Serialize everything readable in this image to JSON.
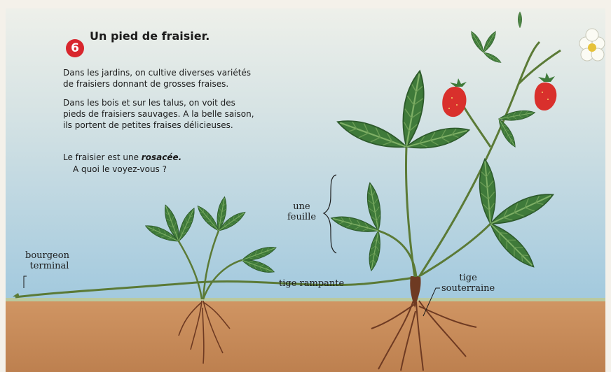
{
  "heading": {
    "number": "6",
    "title": "Un pied de fraisier."
  },
  "paragraphs": [
    [
      "Dans les jardins, on cultive diverses variétés",
      "de fraisiers donnant de grosses fraises."
    ],
    [
      "Dans les bois et sur les talus, on voit des",
      "pieds de fraisiers sauvages. A la belle saison,",
      "ils portent de petites fraises délicieuses."
    ]
  ],
  "question": {
    "line1_prefix": "Le fraisier est une ",
    "line1_emph": "rosacée.",
    "line2": "A quoi le voyez-vous ?"
  },
  "labels": {
    "bud_line1": "bourgeon",
    "bud_line2": "terminal",
    "leaf_line1": "une",
    "leaf_line2": "feuille",
    "runner": "tige rampante",
    "rhizome_line1": "tige",
    "rhizome_line2": "souterraine"
  },
  "colors": {
    "sky_top": "#e7ebe6",
    "sky_bottom": "#a7cde0",
    "soil": "#c68a58",
    "leaf": "#3f7a3a",
    "leaf_light": "#6fa653",
    "stem": "#5b7a36",
    "berry": "#d9302c",
    "root": "#6e3a22",
    "badge": "#d8262d"
  }
}
